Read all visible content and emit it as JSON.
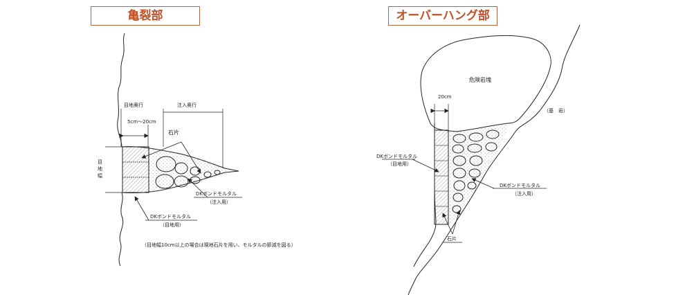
{
  "left_panel": {
    "title": "亀裂部",
    "labels": {
      "joint_depth": "目地奥行",
      "injection_depth": "注入奥行",
      "joint_width_v": [
        "目",
        "地",
        "幅"
      ],
      "dimension": "5cm〜20cm",
      "stone": "石片",
      "mortar_injection": "DKボンドモルタル",
      "mortar_injection_sub": "（注入用）",
      "mortar_joint": "DKボンドモルタル",
      "mortar_joint_sub": "（目地用）",
      "note": "（目地幅10cm以上の場合は現地石片を用い、モルタルの節減を図る）"
    }
  },
  "right_panel": {
    "title": "オーバーハング部",
    "labels": {
      "danger_rock": "危険岩塊",
      "dimension": "20cm",
      "bedrock": "（基　岩）",
      "mortar_joint": "DKボンドモルタル",
      "mortar_joint_sub": "（目地用）",
      "mortar_injection": "DKボンドモルタル",
      "mortar_injection_sub": "（注入用）",
      "stone": "石片"
    }
  },
  "colors": {
    "title_border": "#b4643c",
    "title_text": "#c0522a",
    "line": "#222222"
  }
}
